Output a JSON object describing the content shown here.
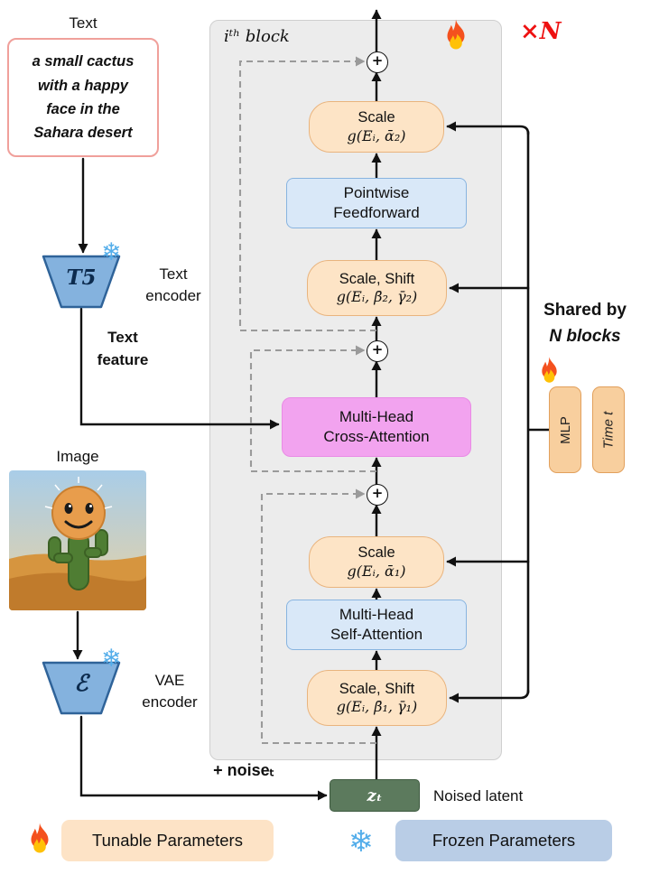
{
  "prompt": {
    "label": "Text",
    "lines": [
      "a small cactus",
      "with a happy",
      "face in the",
      "Sahara desert"
    ]
  },
  "text_encoder": {
    "symbol": "T5",
    "label": [
      "Text",
      "encoder"
    ]
  },
  "text_feature": [
    "Text",
    "feature"
  ],
  "image_label": "Image",
  "vae": {
    "symbol": "ℰ",
    "label": [
      "VAE",
      "encoder"
    ]
  },
  "noise_label": "+ noiseₜ",
  "latent": {
    "symbol": "zₜ",
    "label": "Noised latent"
  },
  "block": {
    "title": "iᵗʰ block",
    "times_n": "×N",
    "scale2": {
      "l1": "Scale",
      "l2": "g(Eᵢ, ᾱ₂)"
    },
    "ffn": [
      "Pointwise",
      "Feedforward"
    ],
    "scale_shift2": {
      "l1": "Scale, Shift",
      "l2": "g(Eᵢ, β̄₂, γ̄₂)"
    },
    "cross": [
      "Multi-Head",
      "Cross-Attention"
    ],
    "scale1": {
      "l1": "Scale",
      "l2": "g(Eᵢ, ᾱ₁)"
    },
    "self": [
      "Multi-Head",
      "Self-Attention"
    ],
    "scale_shift1": {
      "l1": "Scale, Shift",
      "l2": "g(Eᵢ, β̄₁, γ̄₁)"
    }
  },
  "shared": [
    "Shared by",
    "N blocks"
  ],
  "mlp_label": "MLP",
  "time_label": "Time t",
  "legend": {
    "tunable": "Tunable Parameters",
    "frozen": "Frozen Parameters"
  },
  "plus": "+",
  "snowflake": "❄",
  "colors": {
    "tunable_orange": "#fde4c6",
    "frozen_blue": "#b9cde6",
    "attention_pink": "#f2a3ef",
    "module_blue": "#d9e8f8",
    "latent_green": "#5c7a5d",
    "block_gray": "#ececec",
    "accent_red": "#ee1111"
  }
}
